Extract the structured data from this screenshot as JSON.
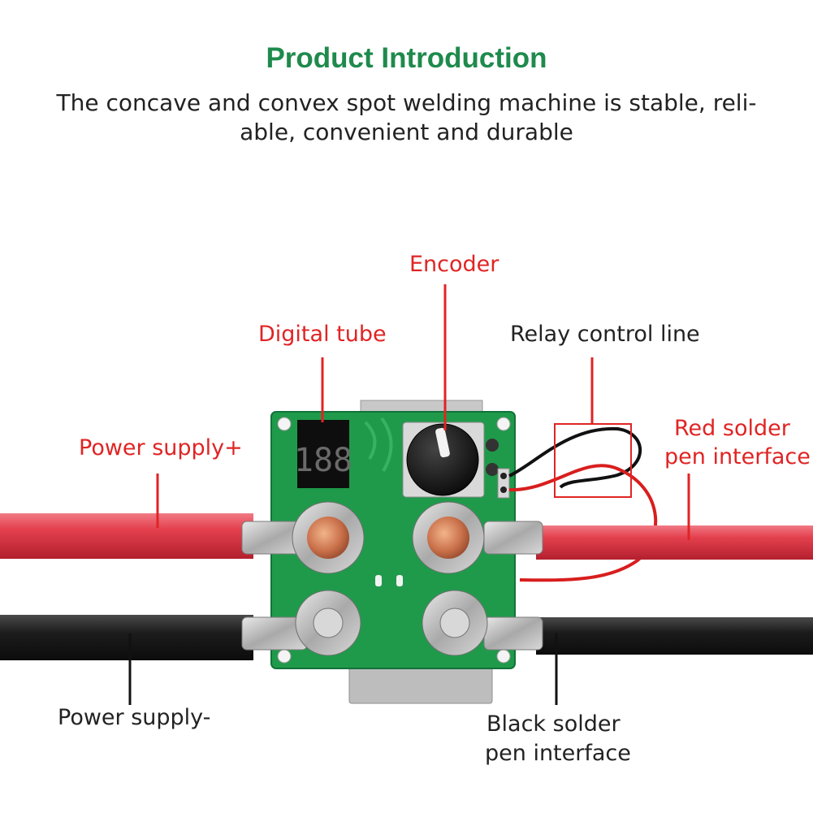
{
  "title": "Product Introduction",
  "subtitle_line1": "The concave and convex spot welding machine is stable, reli-",
  "subtitle_line2": "able, convenient and durable",
  "labels": {
    "encoder": "Encoder",
    "digital_tube": "Digital tube",
    "relay_control_line": "Relay control line",
    "power_supply_plus": "Power supply+",
    "red_solder_line1": "Red solder",
    "red_solder_line2": "pen interface",
    "power_supply_minus": "Power supply-",
    "black_solder_line1": "Black solder",
    "black_solder_line2": "pen interface"
  },
  "display": {
    "digits": "188"
  },
  "colors": {
    "title": "#1e8a4c",
    "callout_red": "#e02424",
    "pcb": "#1f9a4a",
    "red_cable": "#e4404e",
    "black_cable": "#1c1c1c"
  }
}
